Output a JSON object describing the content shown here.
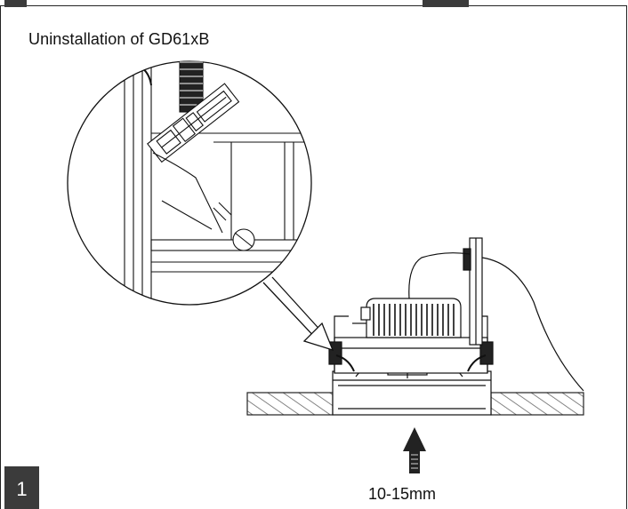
{
  "diagram": {
    "title": "Uninstallation of GD61xB",
    "step_number": "1",
    "measurement_label": "10-15mm"
  },
  "colors": {
    "ink": "#111111",
    "badge": "#3b3b3b",
    "hatch": "#777777"
  }
}
